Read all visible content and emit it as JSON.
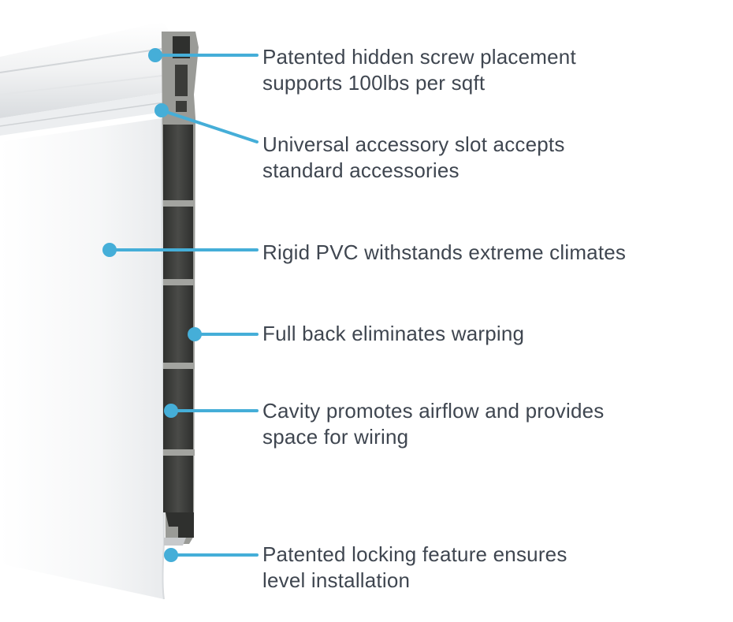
{
  "colors": {
    "callout": "#45aed8",
    "text": "#3f4650",
    "panel_face": "#f7f8f9",
    "panel_edge": "#d6d9dc",
    "cavity_gray": "#8d8e8a",
    "cavity_dark": "#3e3f3c"
  },
  "callouts": [
    {
      "id": "screw",
      "lines": [
        "Patented hidden screw placement",
        "supports 100lbs per sqft"
      ]
    },
    {
      "id": "slot",
      "lines": [
        "Universal accessory slot accepts",
        "standard accessories"
      ]
    },
    {
      "id": "pvc",
      "lines": [
        "Rigid PVC withstands extreme climates"
      ]
    },
    {
      "id": "back",
      "lines": [
        "Full back eliminates warping"
      ]
    },
    {
      "id": "cavity",
      "lines": [
        "Cavity promotes airflow and provides",
        "space for wiring"
      ]
    },
    {
      "id": "lock",
      "lines": [
        "Patented locking feature ensures",
        "level installation"
      ]
    }
  ]
}
